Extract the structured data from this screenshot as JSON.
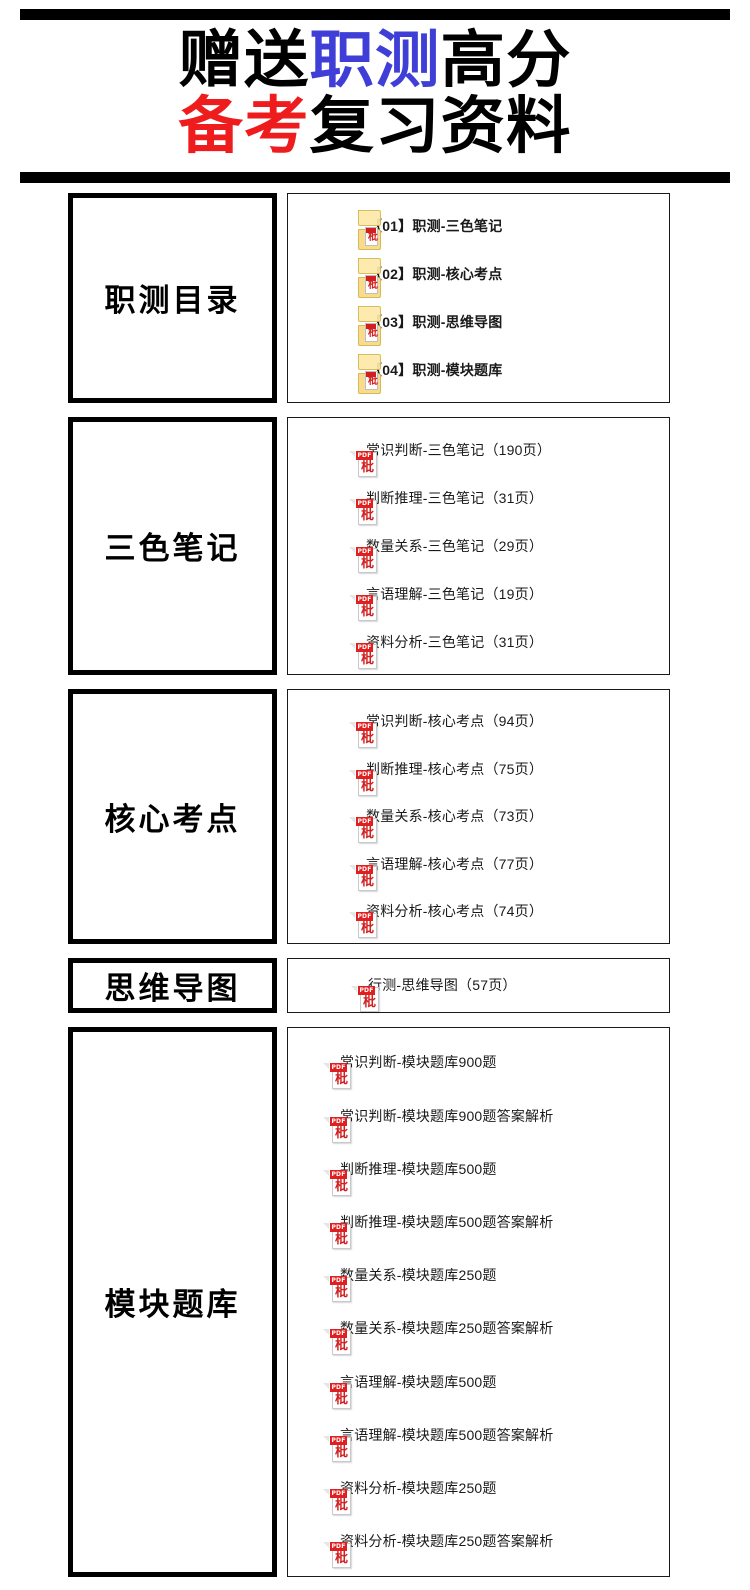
{
  "header": {
    "line1": [
      {
        "text": "赠送",
        "color": "black"
      },
      {
        "text": "职测",
        "color": "blue"
      },
      {
        "text": "高分",
        "color": "black"
      }
    ],
    "line2": [
      {
        "text": "备考",
        "color": "red"
      },
      {
        "text": "复习资料",
        "color": "black"
      }
    ],
    "colors": {
      "blue": "#3f3fd8",
      "red": "#ee1c1c",
      "black": "#000000"
    }
  },
  "sections": [
    {
      "label": "职测目录",
      "icon_type": "folder-pdf-icon",
      "items": [
        {
          "text": "【01】职测-三色笔记"
        },
        {
          "text": "【02】职测-核心考点"
        },
        {
          "text": "【03】职测-思维导图"
        },
        {
          "text": "【04】职测-模块题库"
        }
      ]
    },
    {
      "label": "三色笔记",
      "icon_type": "pdf-file-icon",
      "items": [
        {
          "text": "常识判断-三色笔记（190页）"
        },
        {
          "text": "判断推理-三色笔记（31页）"
        },
        {
          "text": "数量关系-三色笔记（29页）"
        },
        {
          "text": "言语理解-三色笔记（19页）"
        },
        {
          "text": "资料分析-三色笔记（31页）"
        }
      ]
    },
    {
      "label": "核心考点",
      "icon_type": "pdf-file-icon",
      "items": [
        {
          "text": "常识判断-核心考点（94页）"
        },
        {
          "text": "判断推理-核心考点（75页）"
        },
        {
          "text": "数量关系-核心考点（73页）"
        },
        {
          "text": "言语理解-核心考点（77页）"
        },
        {
          "text": "资料分析-核心考点（74页）"
        }
      ]
    },
    {
      "label": "思维导图",
      "icon_type": "pdf-file-icon",
      "items": [
        {
          "text": "行测-思维导图（57页）"
        }
      ]
    },
    {
      "label": "模块题库",
      "icon_type": "pdf-file-icon",
      "items": [
        {
          "text": "常识判断-模块题库900题"
        },
        {
          "text": "常识判断-模块题库900题答案解析"
        },
        {
          "text": "判断推理-模块题库500题"
        },
        {
          "text": "判断推理-模块题库500题答案解析"
        },
        {
          "text": "数量关系-模块题库250题"
        },
        {
          "text": "数量关系-模块题库250题答案解析"
        },
        {
          "text": "言语理解-模块题库500题"
        },
        {
          "text": "言语理解-模块题库500题答案解析"
        },
        {
          "text": "资料分析-模块题库250题"
        },
        {
          "text": "资料分析-模块题库250题答案解析"
        }
      ]
    }
  ],
  "icons": {
    "pdf_tab_label": "PDF",
    "pdf_mark_glyph": "枇"
  }
}
